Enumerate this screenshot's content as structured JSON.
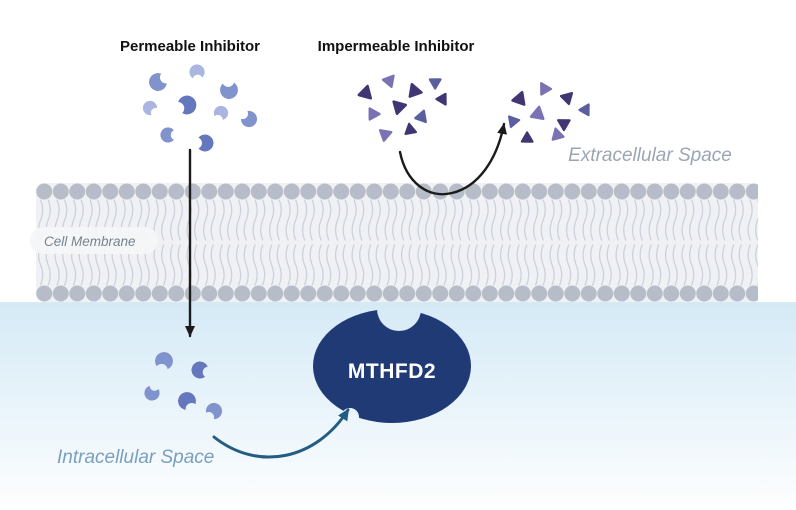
{
  "diagram": {
    "labels": {
      "permeable_inhibitor": "Permeable Inhibitor",
      "impermeable_inhibitor": "Impermeable Inhibitor",
      "extracellular_space": "Extracellular Space",
      "cell_membrane": "Cell Membrane",
      "intracellular_space": "Intracellular Space",
      "enzyme_name": "MTHFD2"
    },
    "icons": {
      "permeable_inhibitor_icon": "crescent",
      "impermeable_inhibitor_icon": "triangle"
    },
    "colors": {
      "title_text": "#111111",
      "crescent_light": "#aab6e0",
      "crescent_mid": "#8093cc",
      "crescent_dark": "#6678bd",
      "triangle_dark": "#413672",
      "triangle_mid": "#7a73b3",
      "triangle_slate": "#5a5f9e",
      "membrane_head": "#b7bdc8",
      "membrane_tail": "#ccd2db",
      "membrane_bg": "#eff1f5",
      "enzyme_fill": "#203a76",
      "enzyme_text": "#ffffff",
      "arrow_black": "#1b1b1b",
      "arrow_teal": "#225e84",
      "extracellular_text": "#9aa6b4",
      "cell_membrane_text": "#76848f",
      "intracellular_text": "#7ba0bd",
      "cytoplasm_top": "#d5eaf6",
      "cytoplasm_bottom": "#fdfeff"
    }
  }
}
